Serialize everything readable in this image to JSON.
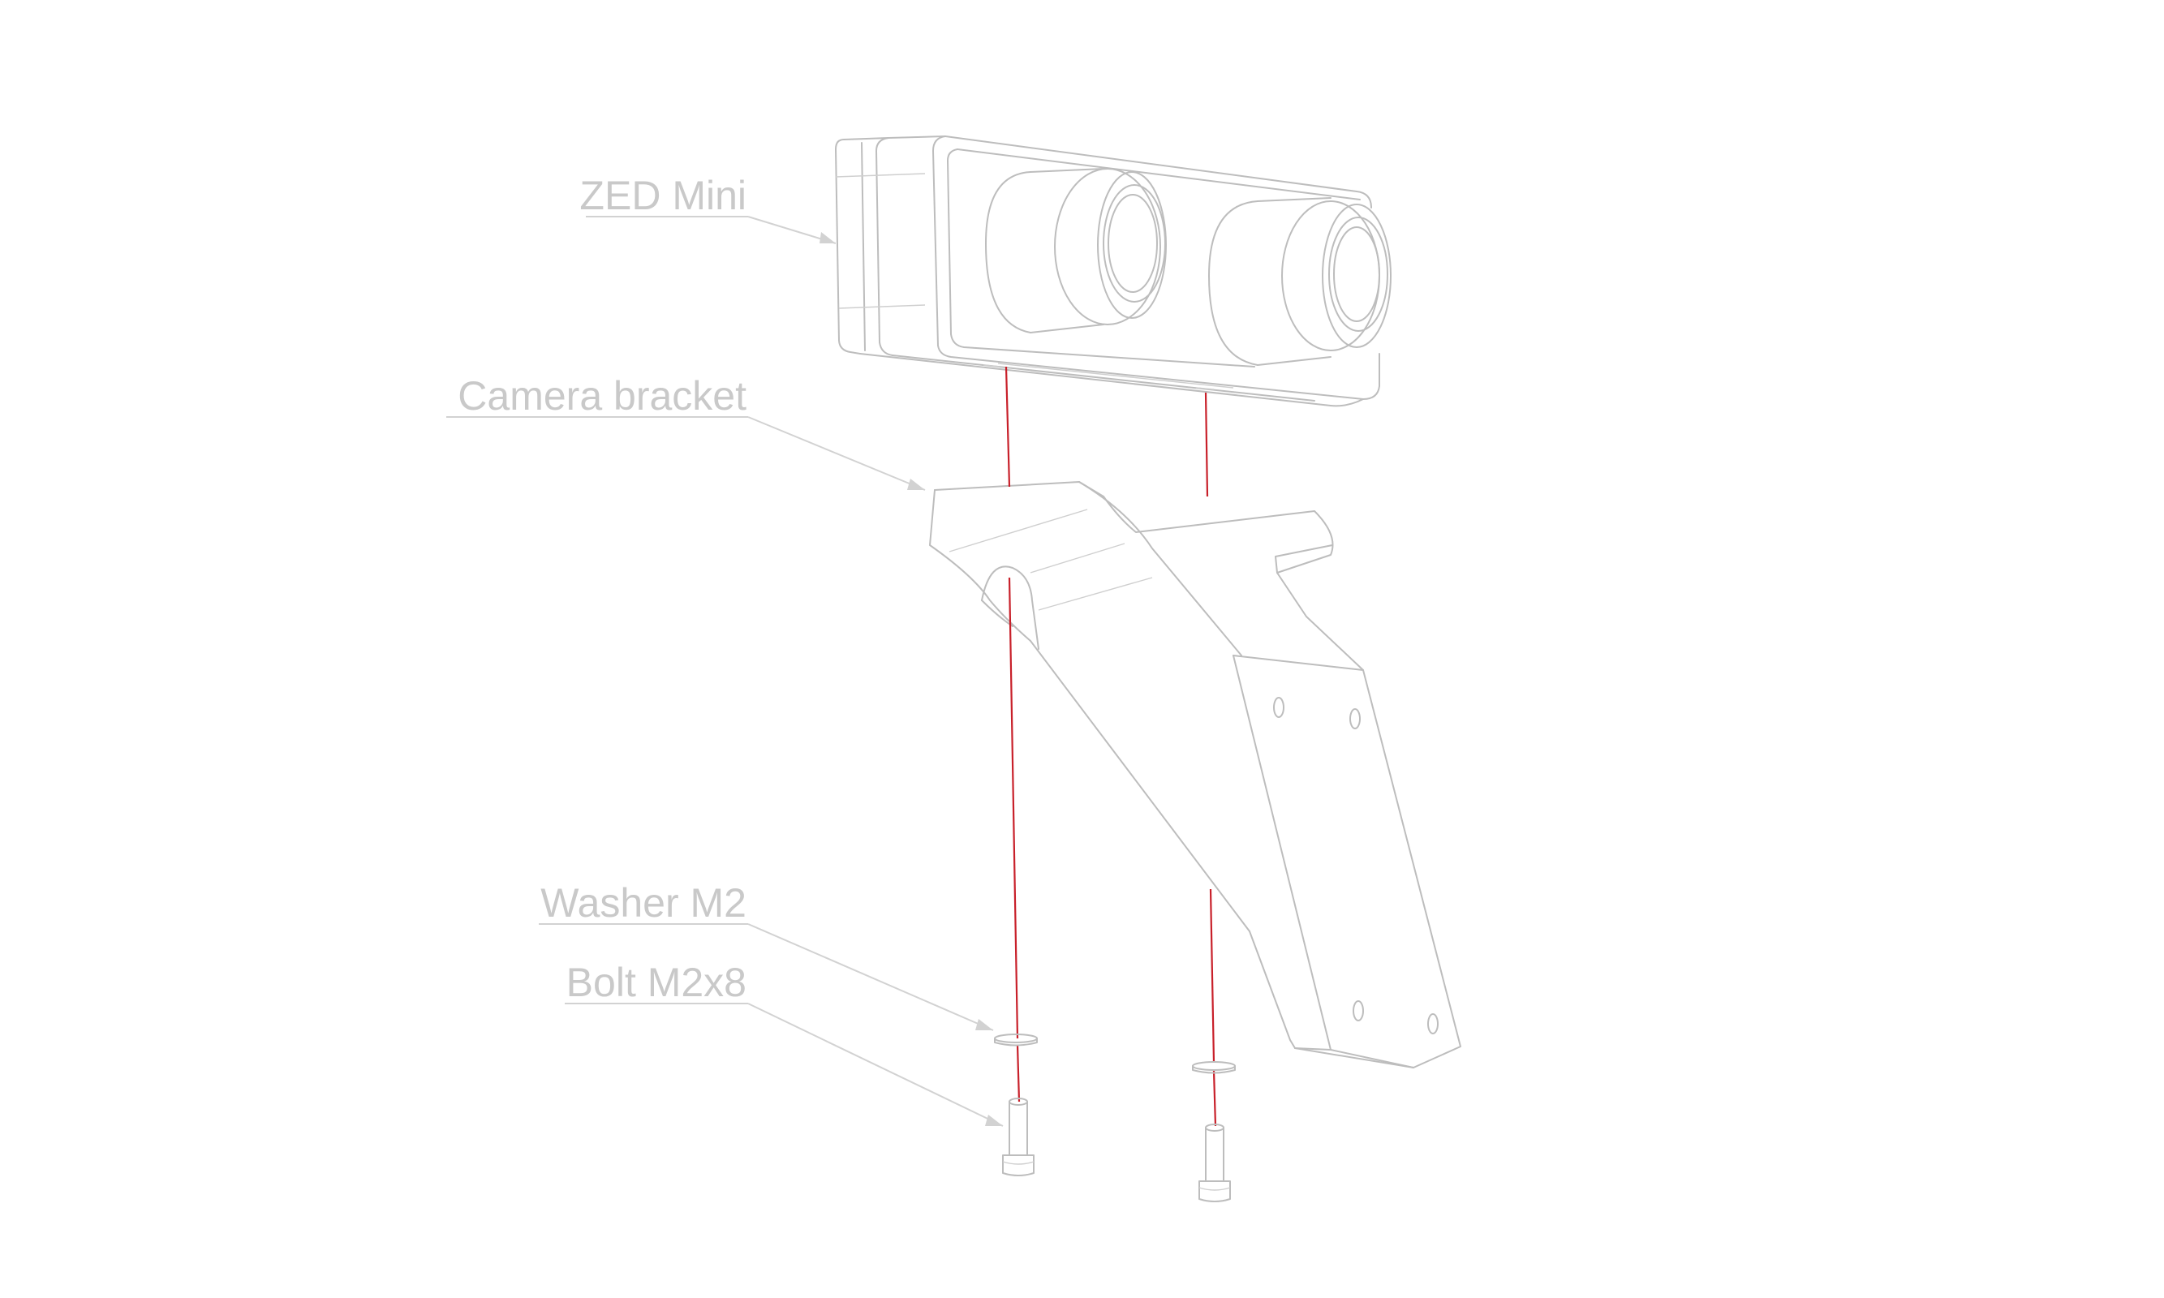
{
  "labels": {
    "zed_mini": "ZED Mini",
    "camera_bracket": "Camera bracket",
    "washer": "Washer M2",
    "bolt": "Bolt M2x8"
  },
  "colors": {
    "line": "#bdbdbd",
    "label": "#c9c9c9",
    "assembly_axis": "#c8202a"
  }
}
